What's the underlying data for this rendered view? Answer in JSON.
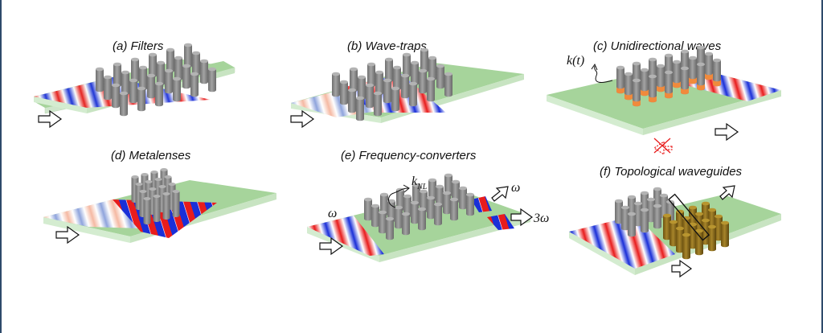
{
  "panels": {
    "a": {
      "title": "(a) Filters"
    },
    "b": {
      "title": "(b) Wave-traps"
    },
    "c": {
      "title": "(c) Unidirectional waves",
      "label": "k(t)"
    },
    "d": {
      "title": "(d) Metalenses"
    },
    "e": {
      "title": "(e) Frequency-converters",
      "label_k": "k",
      "label_k_sub": "NL",
      "label_in": "ω",
      "label_out1": "ω",
      "label_out2": "3ω"
    },
    "f": {
      "title": "(f) Topological waveguides"
    }
  },
  "colors": {
    "plate_top": "#a6d49b",
    "plate_side": "#d4ecd0",
    "pillar": "#8e8e8e",
    "pillar_orange": "#f08a3c",
    "pillar_brown": "#8a6a18",
    "wave_red": "#e81c1c",
    "wave_blue": "#1a2fd8",
    "frame": "#2e4a6b"
  }
}
